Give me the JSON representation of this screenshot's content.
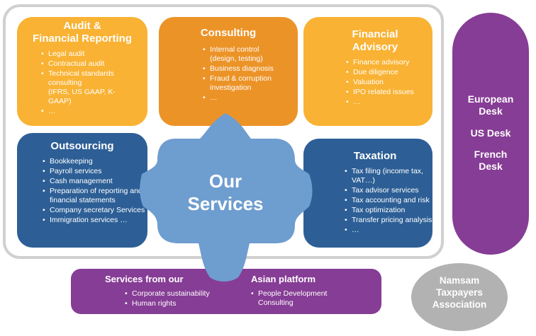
{
  "audit": {
    "title": "Audit &\nFinancial Reporting",
    "items": [
      "Legal audit",
      "Contractual audit",
      "Technical standards consulting\n(IFRS, US GAAP, K-GAAP)",
      "…"
    ]
  },
  "consulting": {
    "title": "Consulting",
    "items": [
      "Internal control\n(design, testing)",
      "Business diagnosis",
      "Fraud & corruption investigation",
      "…"
    ]
  },
  "financial_advisory": {
    "title": "Financial\nAdvisory",
    "items": [
      "Finance advisory",
      "Due diligence",
      "Valuation",
      "IPO related issues",
      "…"
    ]
  },
  "outsourcing": {
    "title": "Outsourcing",
    "items": [
      "Bookkeeping",
      "Payroll services",
      "Cash management",
      "Preparation of reporting and financial statements",
      "Company secretary Services",
      "Immigration services …"
    ]
  },
  "taxation": {
    "title": "Taxation",
    "items": [
      "Tax filing (income tax, VAT…)",
      "Tax advisor services",
      "Tax accounting and risk",
      "Tax optimization",
      "Transfer pricing analysis",
      "…"
    ]
  },
  "center": {
    "title": "Our\nServices"
  },
  "asian": {
    "title_left": "Services from our",
    "title_right": "Asian platform",
    "items_left": [
      "Corporate sustainability",
      "Human rights"
    ],
    "items_right": [
      "People Development Consulting"
    ]
  },
  "desks": {
    "items": [
      "European\nDesk",
      "US Desk",
      "French\nDesk"
    ]
  },
  "namsam": {
    "label": "Namsam\nTaxpayers\nAssociation"
  },
  "colors": {
    "yellow": "#f9b233",
    "orange": "#ec9328",
    "navy": "#2d5f96",
    "light_blue": "#6e9dcf",
    "purple": "#863d95",
    "grey": "#b2b2b2"
  }
}
